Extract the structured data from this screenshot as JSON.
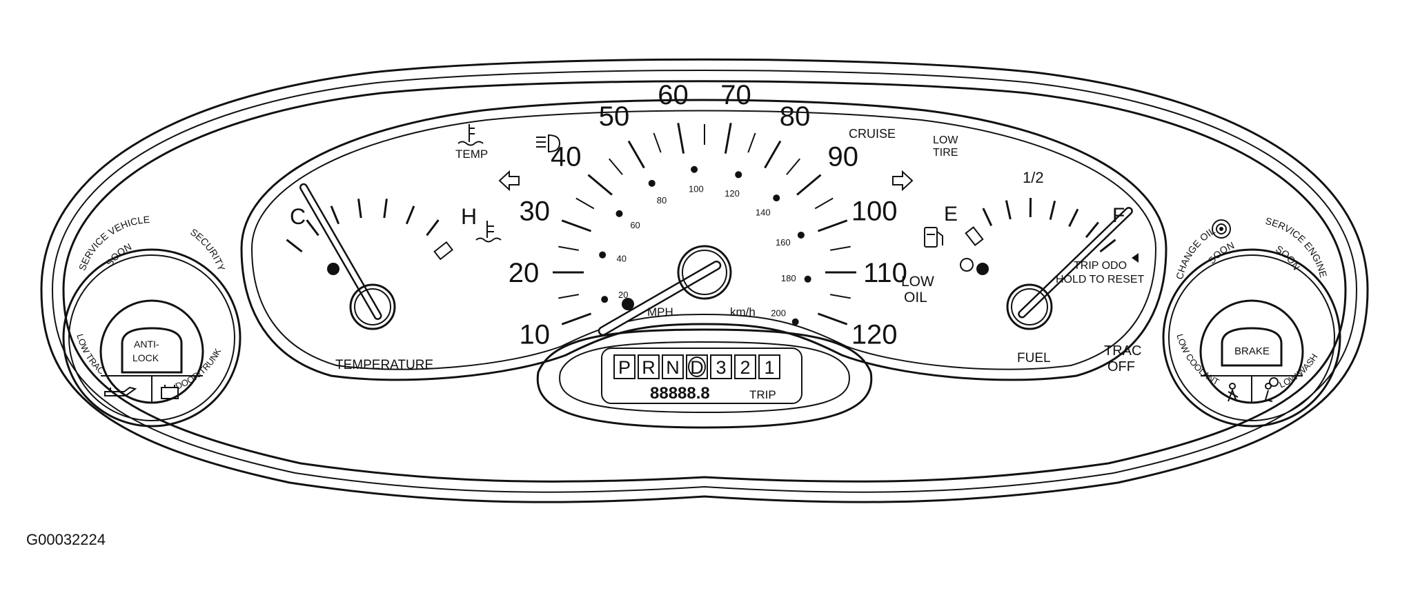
{
  "labels": {
    "temp_icon": "TEMP",
    "cruise": "CRUISE",
    "low_tire_1": "LOW",
    "low_tire_2": "TIRE",
    "low_oil_1": "LOW",
    "low_oil_2": "OIL",
    "trac_off_1": "TRAC",
    "trac_off_2": "OFF",
    "trip_odo_1": "TRIP ODO",
    "trip_odo_2": "HOLD TO RESET",
    "mph": "MPH",
    "kmh": "km/h",
    "odometer": "88888.8",
    "trip": "TRIP",
    "figure_id": "G00032224"
  },
  "temperature_gauge": {
    "label": "TEMPERATURE",
    "cold": "C",
    "hot": "H",
    "needle_level": 0.0
  },
  "fuel_gauge": {
    "label": "FUEL",
    "empty": "E",
    "half": "1/2",
    "full": "F",
    "needle_level": 1.0
  },
  "speedometer": {
    "mph_ticks": [
      "10",
      "20",
      "30",
      "40",
      "50",
      "60",
      "70",
      "80",
      "90",
      "100",
      "110",
      "120"
    ],
    "kmh_ticks": [
      "20",
      "40",
      "60",
      "80",
      "100",
      "120",
      "140",
      "160",
      "180",
      "200"
    ],
    "needle_mph": 5
  },
  "gear_selector": [
    "P",
    "R",
    "N",
    "D",
    "3",
    "2",
    "1"
  ],
  "gear_selected": "D",
  "left_cluster": {
    "center_button_1": "ANTI-",
    "center_button_2": "LOCK",
    "top_left_1": "SERVICE VEHICLE",
    "top_left_2": "SOON",
    "top_right": "SECURITY",
    "bottom_left": "LOW TRAC",
    "bottom_right": "DOOR/TRUNK",
    "left_icon": "oil-can-icon",
    "right_icon": "battery-icon"
  },
  "right_cluster": {
    "center_button": "BRAKE",
    "top_left_1": "CHANGE OIL",
    "top_left_2": "SOON",
    "top_right_1": "SERVICE ENGINE",
    "top_right_2": "SOON",
    "bottom_left": "LOW COOLANT",
    "bottom_right": "LOW WASH",
    "left_icon": "seatbelt-icon",
    "right_icon": "airbag-icon"
  },
  "icons": [
    "temp-icon",
    "headlight-icon",
    "left-turn-arrow-icon",
    "right-turn-arrow-icon",
    "fuel-pump-icon",
    "reset-knob-icon"
  ]
}
